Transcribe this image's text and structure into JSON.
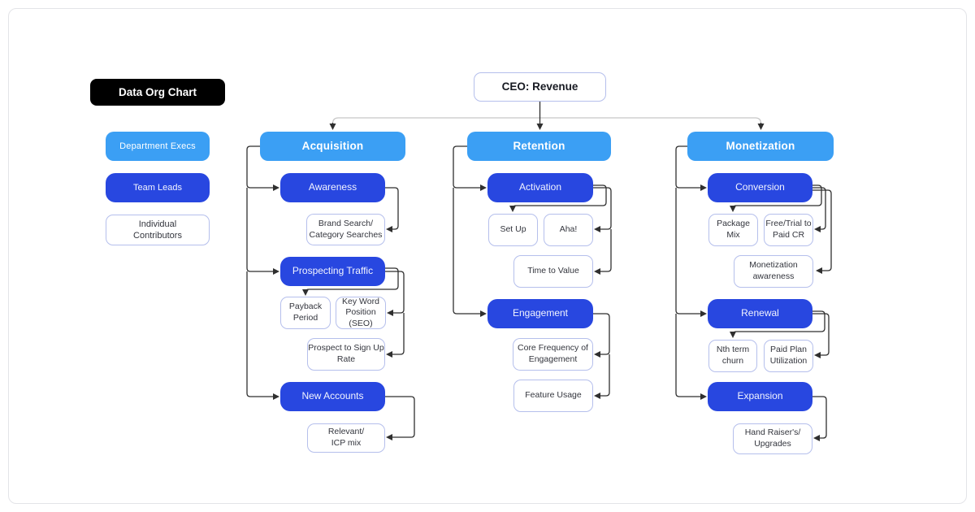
{
  "title": {
    "label": "Data Org Chart"
  },
  "legend": {
    "items": [
      {
        "id": "department-execs",
        "label": "Department Execs",
        "type": "exec"
      },
      {
        "id": "team-leads",
        "label": "Team Leads",
        "type": "lead"
      },
      {
        "id": "individual-contributors",
        "label": "Individual\nContributors",
        "type": "ic"
      }
    ]
  },
  "colors": {
    "exec_fill": "#3b9ff4",
    "lead_fill": "#2847e0",
    "ic_border": "#b5bfec",
    "title_bg": "#000000",
    "wire_dark": "#2f2f2f",
    "wire_gray": "#c6c6c6"
  },
  "diagram": {
    "nodes": [
      {
        "id": "ceo",
        "label": "CEO: Revenue",
        "type": "root"
      },
      {
        "id": "acquisition",
        "label": "Acquisition",
        "type": "exec"
      },
      {
        "id": "retention",
        "label": "Retention",
        "type": "exec"
      },
      {
        "id": "monetization",
        "label": "Monetization",
        "type": "exec"
      },
      {
        "id": "awareness",
        "label": "Awareness",
        "type": "lead"
      },
      {
        "id": "brand-search",
        "label": "Brand Search/\nCategory Searches",
        "type": "ic"
      },
      {
        "id": "prospecting-traffic",
        "label": "Prospecting Traffic",
        "type": "lead"
      },
      {
        "id": "payback-period",
        "label": "Payback\nPeriod",
        "type": "ic"
      },
      {
        "id": "keyword-position",
        "label": "Key Word\nPosition (SEO)",
        "type": "ic"
      },
      {
        "id": "prospect-signup-rate",
        "label": "Prospect to Sign Up\nRate",
        "type": "ic"
      },
      {
        "id": "new-accounts",
        "label": "New Accounts",
        "type": "lead"
      },
      {
        "id": "relevant-icp-mix",
        "label": "Relevant/\nICP mix",
        "type": "ic"
      },
      {
        "id": "activation",
        "label": "Activation",
        "type": "lead"
      },
      {
        "id": "set-up",
        "label": "Set Up",
        "type": "ic"
      },
      {
        "id": "aha",
        "label": "Aha!",
        "type": "ic"
      },
      {
        "id": "time-to-value",
        "label": "Time to Value",
        "type": "ic"
      },
      {
        "id": "engagement",
        "label": "Engagement",
        "type": "lead"
      },
      {
        "id": "core-frequency",
        "label": "Core Frequency of\nEngagement",
        "type": "ic"
      },
      {
        "id": "feature-usage",
        "label": "Feature Usage",
        "type": "ic"
      },
      {
        "id": "conversion",
        "label": "Conversion",
        "type": "lead"
      },
      {
        "id": "package-mix",
        "label": "Package\nMix",
        "type": "ic"
      },
      {
        "id": "free-trial-paid",
        "label": "Free/Trial to\nPaid CR",
        "type": "ic"
      },
      {
        "id": "monetization-awareness",
        "label": "Monetization\nawareness",
        "type": "ic"
      },
      {
        "id": "renewal",
        "label": "Renewal",
        "type": "lead"
      },
      {
        "id": "nth-term-churn",
        "label": "Nth term\nchurn",
        "type": "ic"
      },
      {
        "id": "paid-plan-utilization",
        "label": "Paid Plan\nUtilization",
        "type": "ic"
      },
      {
        "id": "expansion",
        "label": "Expansion",
        "type": "lead"
      },
      {
        "id": "hand-raisers",
        "label": "Hand Raiser's/\nUpgrades",
        "type": "ic"
      }
    ]
  }
}
